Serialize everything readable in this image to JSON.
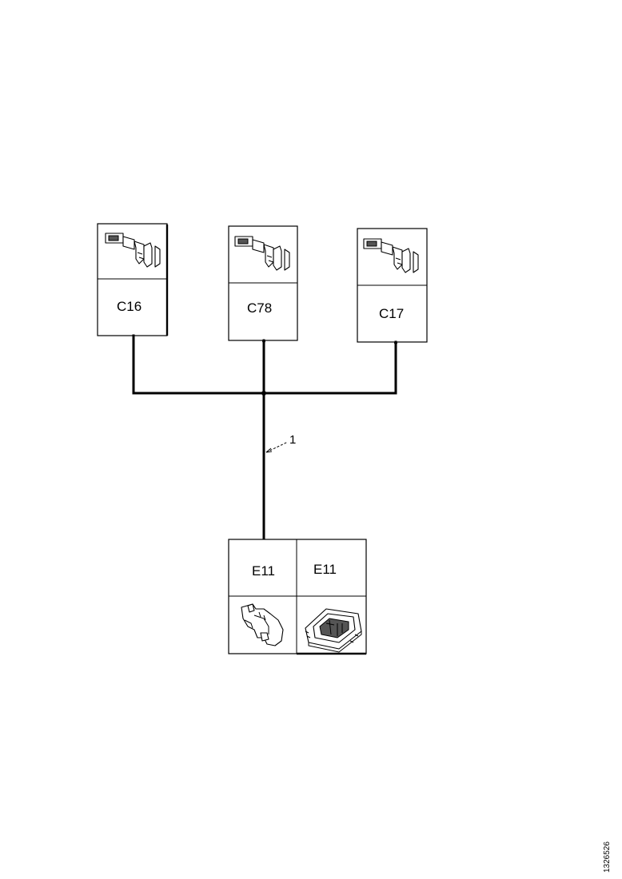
{
  "connectors": {
    "c16": {
      "label": "C16",
      "icon": "terminal-pin-icon"
    },
    "c78": {
      "label": "C78",
      "icon": "terminal-pin-icon"
    },
    "c17": {
      "label": "C17",
      "icon": "terminal-pin-icon"
    },
    "e11_left": {
      "label": "E11",
      "icon": "connector-housing-icon"
    },
    "e11_right": {
      "label": "E11",
      "icon": "control-unit-icon"
    }
  },
  "wiring": {
    "callout": "1"
  },
  "document_id": "1326526"
}
